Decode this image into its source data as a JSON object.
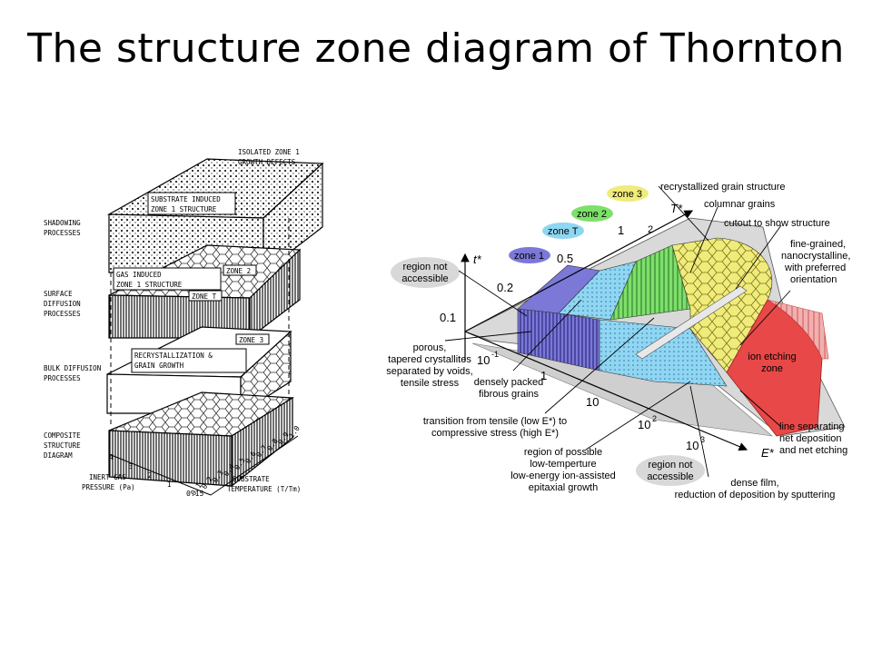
{
  "slide": {
    "title": "The structure zone diagram of Thornton"
  },
  "left_figure": {
    "callouts": {
      "isolated_zone1_l1": "ISOLATED ZONE 1",
      "isolated_zone1_l2": "GROWTH DEFECTS",
      "substrate_induced_l1": "SUBSTRATE INDUCED",
      "substrate_induced_l2": "ZONE 1 STRUCTURE",
      "gas_induced_l1": "GAS INDUCED",
      "gas_induced_l2": "ZONE 1 STRUCTURE",
      "zone2": "ZONE 2",
      "zone_t": "ZONE T",
      "zone3": "ZONE 3",
      "recryst_l1": "RECRYSTALLIZATION &",
      "recryst_l2": "GRAIN GROWTH"
    },
    "process_labels": {
      "shadowing_l1": "SHADOWING",
      "shadowing_l2": "PROCESSES",
      "surface_l1": "SURFACE",
      "surface_l2": "DIFFUSION",
      "surface_l3": "PROCESSES",
      "bulk_l1": "BULK DIFFUSION",
      "bulk_l2": "PROCESSES",
      "composite_l1": "COMPOSITE",
      "composite_l2": "STRUCTURE",
      "composite_l3": "DIAGRAM"
    },
    "pressure_axis": {
      "label_l1": "INERT GAS",
      "label_l2": "PRESSURE (Pa)",
      "ticks": [
        "4",
        "3",
        "2",
        "1",
        "0.15"
      ]
    },
    "temperature_axis": {
      "label_l1": "SUBSTRATE",
      "label_l2": "TEMPERATURE (T/Tm)",
      "ticks": [
        "0.1",
        "0.2",
        "0.3",
        "0.4",
        "0.5",
        "0.6",
        "0.7",
        "0.8",
        "0.9",
        "1.0"
      ]
    }
  },
  "right_figure": {
    "axes": {
      "t_star": "t*",
      "T_star": "T*",
      "E_star": "E*",
      "t_ticks": [
        "0.1",
        "0.2"
      ],
      "T_ticks": [
        "0.5",
        "1",
        "2"
      ],
      "E_ticks": [
        "10",
        "10",
        "10",
        "1"
      ],
      "E_sups": [
        "-1",
        "2",
        "3"
      ]
    },
    "zone_badges": {
      "zone1": "zone 1",
      "zone_t": "zone T",
      "zone2": "zone 2",
      "zone3": "zone 3"
    },
    "annotations": {
      "region_not_accessible_top_l1": "region not",
      "region_not_accessible_top_l2": "accessible",
      "recrystallized": "recrystallized grain structure",
      "columnar": "columnar grains",
      "cutout": "cutout to show structure",
      "fine_l1": "fine-grained,",
      "fine_l2": "nanocrystalline,",
      "fine_l3": "with preferred",
      "fine_l4": "orientation",
      "porous_l1": "porous,",
      "porous_l2": "tapered crystallites",
      "porous_l3": "separated by voids,",
      "porous_l4": "tensile stress",
      "densely_l1": "densely packed",
      "densely_l2": "fibrous grains",
      "ion_etch_l1": "ion etching",
      "ion_etch_l2": "zone",
      "transition_l1": "transition from tensile (low E*) to",
      "transition_l2": "compressive stress (high E*)",
      "line_sep_l1": "line separating",
      "line_sep_l2": "net deposition",
      "line_sep_l3": "and net etching",
      "region_possible_l1": "region of possible",
      "region_possible_l2": "low-temperture",
      "region_possible_l3": "low-energy ion-assisted",
      "region_possible_l4": "epitaxial growth",
      "region_not_accessible_bottom_l1": "region not",
      "region_not_accessible_bottom_l2": "accessible",
      "dense_film_l1": "dense film,",
      "dense_film_l2": "reduction of deposition by sputtering"
    },
    "colors": {
      "zone1": "#7b78d8",
      "zone_t": "#8fd6f2",
      "zone2": "#7de06a",
      "zone3": "#f0ec7a",
      "etch": "#e84848",
      "bubble": "#d8d8d8"
    }
  }
}
